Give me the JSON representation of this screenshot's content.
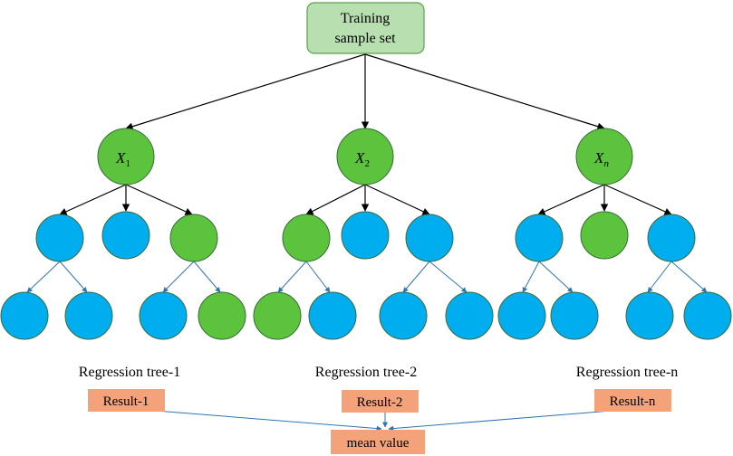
{
  "root": {
    "line1": "Training",
    "line2": "sample set"
  },
  "trees": [
    {
      "feature": "X",
      "subscript": "1",
      "label": "Regression tree-1",
      "result": "Result-1"
    },
    {
      "feature": "X",
      "subscript": "2",
      "label": "Regression tree-2",
      "result": "Result-2"
    },
    {
      "feature": "X",
      "subscript": "n",
      "label": "Regression tree-n",
      "result": "Result-n"
    }
  ],
  "aggregate": {
    "label": "mean value"
  },
  "colors": {
    "root_fill": "#b8dfb0",
    "root_stroke": "#5aa04a",
    "green_node": "#5cc43c",
    "blue_node": "#00aeef",
    "node_stroke": "#3a6a3a",
    "result_fill": "#f4a27a",
    "black_arrow": "#000000",
    "blue_arrow": "#2e75b6"
  }
}
